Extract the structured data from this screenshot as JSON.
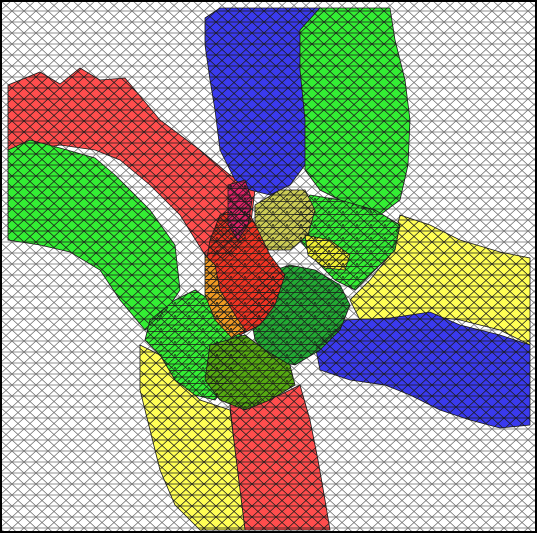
{
  "figure": {
    "description_colors": {
      "background": "#ffffff",
      "mesh_line": "#6e6e6e",
      "partition_edge": "#1a1a1a",
      "frame": "#000000"
    },
    "regions": [
      {
        "name": "red-arm-upper-left",
        "fill": "#ff4d4d"
      },
      {
        "name": "green-arm-left",
        "fill": "#33ee33"
      },
      {
        "name": "blue-arm-top",
        "fill": "#3a3aee"
      },
      {
        "name": "green-arm-top-right",
        "fill": "#33ee33"
      },
      {
        "name": "yellow-arm-right",
        "fill": "#ffff55"
      },
      {
        "name": "blue-arm-right",
        "fill": "#3a3aee"
      },
      {
        "name": "red-arm-bottom",
        "fill": "#ff4d4d"
      },
      {
        "name": "yellow-arm-bottom-left",
        "fill": "#ffff55"
      },
      {
        "name": "green-core-left",
        "fill": "#33ee33"
      },
      {
        "name": "green-core-right",
        "fill": "#33ee33"
      },
      {
        "name": "dark-green-core",
        "fill": "#22aa33"
      },
      {
        "name": "olive-green-core-bottom",
        "fill": "#55aa11"
      },
      {
        "name": "khaki-core-top",
        "fill": "#cccc55"
      },
      {
        "name": "yellow-core-top-right",
        "fill": "#eeee33"
      },
      {
        "name": "red-core",
        "fill": "#ee3322"
      },
      {
        "name": "magenta-core-sliver",
        "fill": "#dd2266"
      },
      {
        "name": "orange-core-rim",
        "fill": "#ee9922"
      }
    ]
  }
}
